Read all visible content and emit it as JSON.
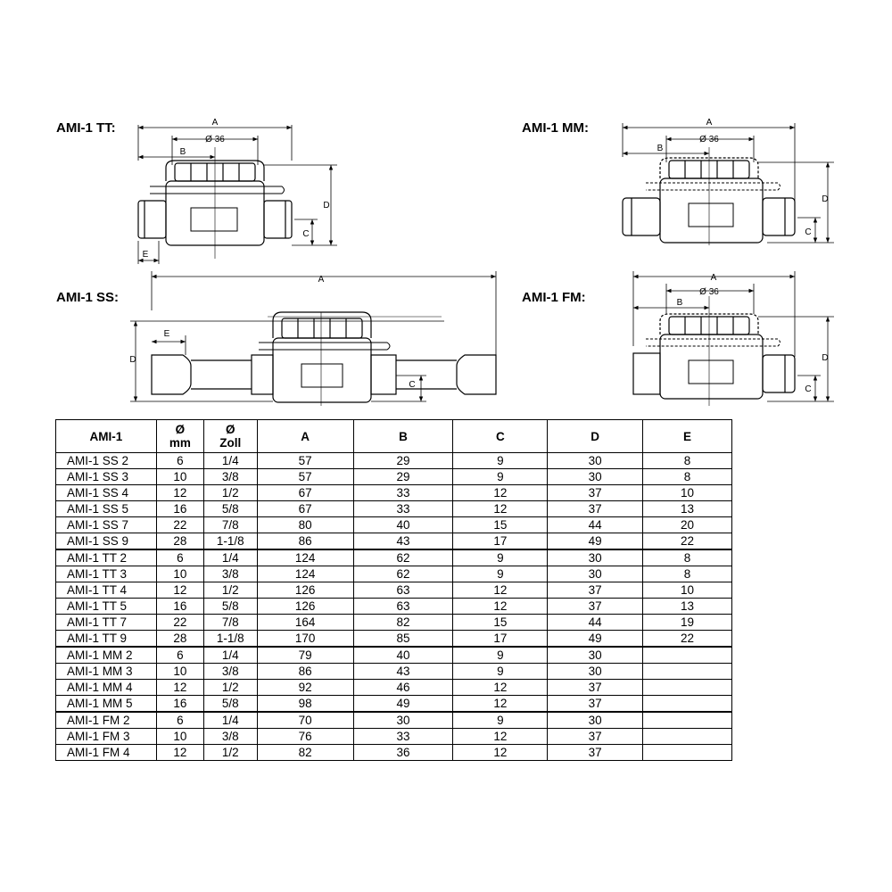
{
  "drawings": {
    "tt": {
      "title": "AMI-1 TT:",
      "dims": {
        "a": "A",
        "dia": "Ø 36",
        "b": "B",
        "d": "D",
        "c": "C",
        "e": "E"
      }
    },
    "mm": {
      "title": "AMI-1 MM:",
      "dims": {
        "a": "A",
        "dia": "Ø 36",
        "b": "B",
        "d": "D",
        "c": "C"
      }
    },
    "ss": {
      "title": "AMI-1 SS:",
      "dims": {
        "a": "A",
        "d": "D",
        "e": "E",
        "c": "C"
      }
    },
    "fm": {
      "title": "AMI-1 FM:",
      "dims": {
        "a": "A",
        "dia": "Ø 36",
        "b": "B",
        "d": "D",
        "c": "C"
      }
    }
  },
  "table": {
    "headers": {
      "type": "AMI-1",
      "mm_top": "Ø",
      "mm_bottom": "mm",
      "zoll_top": "Ø",
      "zoll_bottom": "Zoll",
      "a": "A",
      "b": "B",
      "c": "C",
      "d": "D",
      "e": "E"
    },
    "rows": [
      [
        "AMI-1 SS 2",
        "6",
        "1/4",
        "57",
        "29",
        "9",
        "30",
        "8"
      ],
      [
        "AMI-1 SS 3",
        "10",
        "3/8",
        "57",
        "29",
        "9",
        "30",
        "8"
      ],
      [
        "AMI-1 SS 4",
        "12",
        "1/2",
        "67",
        "33",
        "12",
        "37",
        "10"
      ],
      [
        "AMI-1 SS 5",
        "16",
        "5/8",
        "67",
        "33",
        "12",
        "37",
        "13"
      ],
      [
        "AMI-1 SS 7",
        "22",
        "7/8",
        "80",
        "40",
        "15",
        "44",
        "20"
      ],
      [
        "AMI-1 SS 9",
        "28",
        "1-1/8",
        "86",
        "43",
        "17",
        "49",
        "22"
      ],
      [
        "AMI-1 TT 2",
        "6",
        "1/4",
        "124",
        "62",
        "9",
        "30",
        "8"
      ],
      [
        "AMI-1 TT 3",
        "10",
        "3/8",
        "124",
        "62",
        "9",
        "30",
        "8"
      ],
      [
        "AMI-1 TT 4",
        "12",
        "1/2",
        "126",
        "63",
        "12",
        "37",
        "10"
      ],
      [
        "AMI-1 TT 5",
        "16",
        "5/8",
        "126",
        "63",
        "12",
        "37",
        "13"
      ],
      [
        "AMI-1 TT 7",
        "22",
        "7/8",
        "164",
        "82",
        "15",
        "44",
        "19"
      ],
      [
        "AMI-1 TT 9",
        "28",
        "1-1/8",
        "170",
        "85",
        "17",
        "49",
        "22"
      ],
      [
        "AMI-1 MM 2",
        "6",
        "1/4",
        "79",
        "40",
        "9",
        "30",
        ""
      ],
      [
        "AMI-1 MM 3",
        "10",
        "3/8",
        "86",
        "43",
        "9",
        "30",
        ""
      ],
      [
        "AMI-1 MM 4",
        "12",
        "1/2",
        "92",
        "46",
        "12",
        "37",
        ""
      ],
      [
        "AMI-1 MM 5",
        "16",
        "5/8",
        "98",
        "49",
        "12",
        "37",
        ""
      ],
      [
        "AMI-1 FM 2",
        "6",
        "1/4",
        "70",
        "30",
        "9",
        "30",
        ""
      ],
      [
        "AMI-1 FM 3",
        "10",
        "3/8",
        "76",
        "33",
        "12",
        "37",
        ""
      ],
      [
        "AMI-1 FM 4",
        "12",
        "1/2",
        "82",
        "36",
        "12",
        "37",
        ""
      ]
    ],
    "group_ends": [
      5,
      11,
      15
    ]
  }
}
